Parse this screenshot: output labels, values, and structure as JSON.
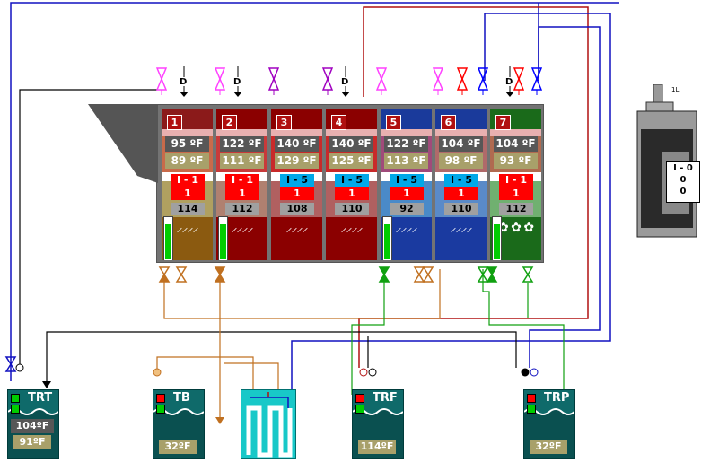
{
  "colors": {
    "hot_pipe": "#c07020",
    "return_pipe": "#8b0000",
    "supply_pipe": "#1010c0",
    "green_pipe": "#10a010",
    "tank_body": "#0f6a6a",
    "heater_body": "#18c8c8"
  },
  "top_valves": {
    "dump_label": "D",
    "items": [
      {
        "color": "#ff40ff",
        "icon": "valve-icon"
      },
      {
        "color": "#000000",
        "icon": "dump-arrow-icon"
      },
      {
        "color": "#ff40ff",
        "icon": "valve-icon"
      },
      {
        "color": "#000000",
        "icon": "dump-arrow-icon"
      },
      {
        "color": "#a000c0",
        "icon": "valve-icon"
      },
      {
        "color": "#a000c0",
        "icon": "valve-icon"
      },
      {
        "color": "#000000",
        "icon": "dump-arrow-icon"
      },
      {
        "color": "#ff40ff",
        "icon": "valve-icon"
      },
      {
        "color": "#ff40ff",
        "icon": "valve-icon"
      },
      {
        "color": "#ff0000",
        "icon": "valve-icon"
      },
      {
        "color": "#0000ff",
        "icon": "valve-icon"
      },
      {
        "color": "#000000",
        "icon": "dump-arrow-icon"
      },
      {
        "color": "#ff0000",
        "icon": "valve-icon"
      },
      {
        "color": "#0000ff",
        "icon": "valve-icon"
      }
    ]
  },
  "zones": [
    {
      "number": "1",
      "temp_actual": "95 ºF",
      "temp_set": "89 ºF",
      "mode": "I - 1",
      "mode_color": "red",
      "value1": "1",
      "value2": "114",
      "spray": "⸝⸝⸝⸝",
      "level_pct": 85
    },
    {
      "number": "2",
      "temp_actual": "122 ºF",
      "temp_set": "111 ºF",
      "mode": "I - 1",
      "mode_color": "red",
      "value1": "1",
      "value2": "112",
      "spray": "⸝⸝⸝⸝",
      "level_pct": 85
    },
    {
      "number": "3",
      "temp_actual": "140 ºF",
      "temp_set": "129 ºF",
      "mode": "I - 5",
      "mode_color": "blue",
      "value1": "1",
      "value2": "108",
      "spray": "⸝⸝⸝⸝",
      "level_pct": 0
    },
    {
      "number": "4",
      "temp_actual": "140 ºF",
      "temp_set": "125 ºF",
      "mode": "I - 5",
      "mode_color": "blue",
      "value1": "1",
      "value2": "110",
      "spray": "⸝⸝⸝⸝",
      "level_pct": 0
    },
    {
      "number": "5",
      "temp_actual": "122 ºF",
      "temp_set": "113 ºF",
      "mode": "I - 5",
      "mode_color": "blue",
      "value1": "1",
      "value2": "92",
      "spray": "⸝⸝⸝⸝",
      "level_pct": 85
    },
    {
      "number": "6",
      "temp_actual": "104 ºF",
      "temp_set": "98 ºF",
      "mode": "I - 5",
      "mode_color": "blue",
      "value1": "1",
      "value2": "110",
      "spray": "⸝⸝⸝⸝",
      "level_pct": 0
    },
    {
      "number": "7",
      "temp_actual": "104 ºF",
      "temp_set": "93 ºF",
      "mode": "I - 1",
      "mode_color": "red",
      "value1": "1",
      "value2": "112",
      "spray": "✿ ✿ ✿",
      "level_pct": 85
    }
  ],
  "tanks": [
    {
      "label": "TRT",
      "temp1": "104ºF",
      "temp2": "91ºF",
      "ind_top": "#00cc00",
      "ind_bot": "#00cc00"
    },
    {
      "label": "TB",
      "temp1": "",
      "temp2": "32ºF",
      "ind_top": "#ff0000",
      "ind_bot": "#00cc00"
    },
    {
      "label": "TRF",
      "temp1": "",
      "temp2": "114ºF",
      "ind_top": "#ff0000",
      "ind_bot": "#00cc00"
    },
    {
      "label": "TRP",
      "temp1": "",
      "temp2": "32ºF",
      "ind_top": "#ff0000",
      "ind_bot": "#00cc00"
    }
  ],
  "dryer": {
    "line1": "I - 0",
    "line2": "0",
    "line3": "0",
    "top_label": "1L"
  }
}
